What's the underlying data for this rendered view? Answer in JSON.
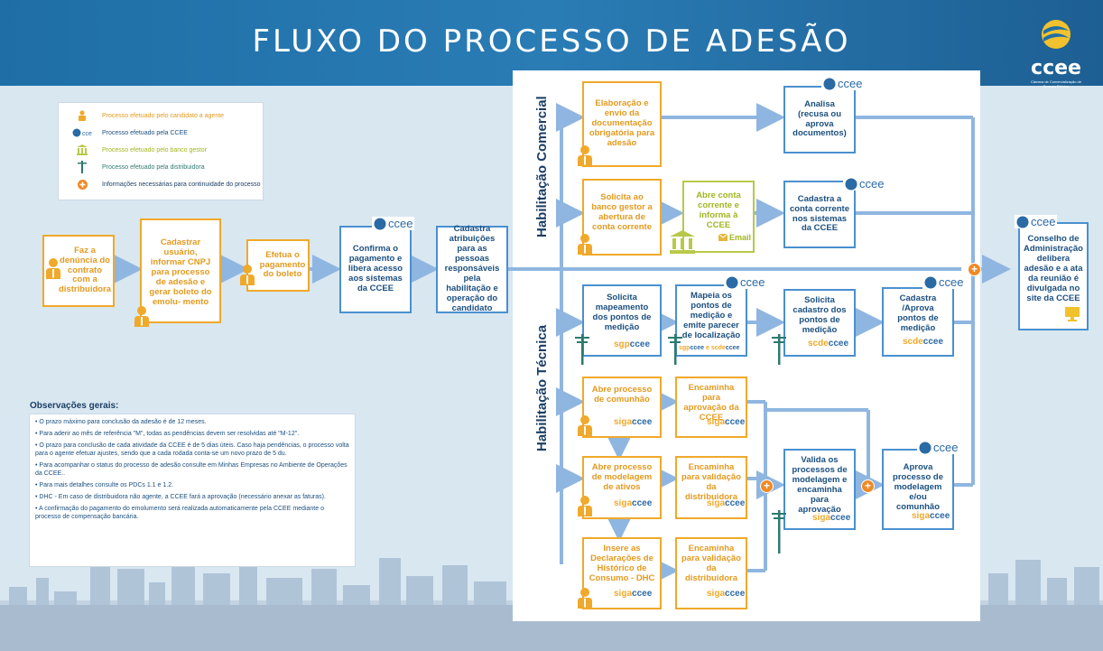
{
  "header": {
    "title": "FLUXO DO PROCESSO DE ADESÃO"
  },
  "logo": {
    "wordmark": "ccee",
    "subtitle": "Câmara de Comercialização de Energia Elétrica"
  },
  "legend": {
    "items": [
      {
        "icon": "agent-person-icon",
        "label": "Processo efetuado pelo candidato a agente"
      },
      {
        "icon": "ccee-logo-icon",
        "label": "Processo efetuado pela CCEE"
      },
      {
        "icon": "bank-icon",
        "label": "Processo efetuado pelo banco gestor"
      },
      {
        "icon": "utility-pole-icon",
        "label": "Processo efetuado pela distribuidora"
      },
      {
        "icon": "plus-circle-icon",
        "label": "Informações necessárias para continuidade do processo"
      }
    ]
  },
  "sections": {
    "comercial": "Habilitação Comercial",
    "tecnica": "Habilitação Técnica"
  },
  "ccee_tag": "ccee",
  "email_label": "Email",
  "systems": {
    "sgp": "sgp",
    "scde": "scde",
    "siga": "siga",
    "suffix": "ccee",
    "and": "e"
  },
  "steps": {
    "s1": "Faz a denúncia do contrato com a distribuidora",
    "s2": "Cadastrar usuário, informar CNPJ para processo de adesão e gerar boleto do emolu- mento",
    "s3": "Efetua o pagamento do boleto",
    "s4": "Confirma o pagamento e libera acesso aos sistemas da CCEE",
    "s5": "Cadastra atribuições para as pessoas responsáveis pela habilitação e operação do candidato",
    "c1": "Elaboração e envio da documentação obrigatória para adesão",
    "c2": "Analisa (recusa ou aprova documentos)",
    "c3": "Solicita ao banco gestor a abertura de conta corrente",
    "c4": "Abre conta corrente e informa à CCEE",
    "c5": "Cadastra a conta corrente nos sistemas da CCEE",
    "t1": "Solicita mapeamento dos pontos de medição",
    "t2": "Mapeia os pontos de medição e emite parecer de localização",
    "t3": "Solicita cadastro dos pontos de medição",
    "t4": "Cadastra /Aprova pontos de medição",
    "t5": "Abre processo de comunhão",
    "t6": "Encaminha para aprovação da CCEE",
    "t7": "Abre processo de modelagem de ativos",
    "t8": "Encaminha para validação da distribuidora",
    "t9": "Insere as Declarações de Histórico de Consumo - DHC",
    "t10": "Encaminha para validação da distribuidora",
    "t11": "Valida os processos de modelagem e encaminha para aprovação",
    "t12": "Aprova processo de modelagem e/ou comunhão",
    "final": "Conselho de Administração delibera adesão e a ata da reunião é divulgada no site da CCEE"
  },
  "observations": {
    "title": "Observações gerais:",
    "items": [
      "• O prazo máximo para conclusão da adesão é de 12 meses.",
      "• Para aderir ao mês de referência \"M\", todas as pendências devem ser resolvidas até \"M-12\".",
      "• O prazo para conclusão de cada atividade da CCEE é de 5 dias úteis. Caso haja pendências, o processo volta para o agente efetuar ajustes, sendo que a cada rodada conta-se um novo prazo de 5 du.",
      "• Para acompanhar o status do processo de adesão consulte em Minhas Empresas no Ambiente de Operações da CCEE..",
      "• Para mais detalhes consulte os PDCs 1.1 e 1.2.",
      "• DHC - Em caso de distribuidora não agente, a CCEE fará a aprovação (necessário anexar as faturas).",
      "• A confirmação do pagamento do emolumento será realizada automaticamente pela CCEE mediante o processo de compensação bancária."
    ]
  },
  "colors": {
    "header": "#1f6fa6",
    "agent": "#f0a92a",
    "ccee": "#4a90cf",
    "bank": "#b8c94a",
    "distrib": "#2d7a6e",
    "arrow": "#8fb6e0",
    "plus": "#f08a24"
  }
}
